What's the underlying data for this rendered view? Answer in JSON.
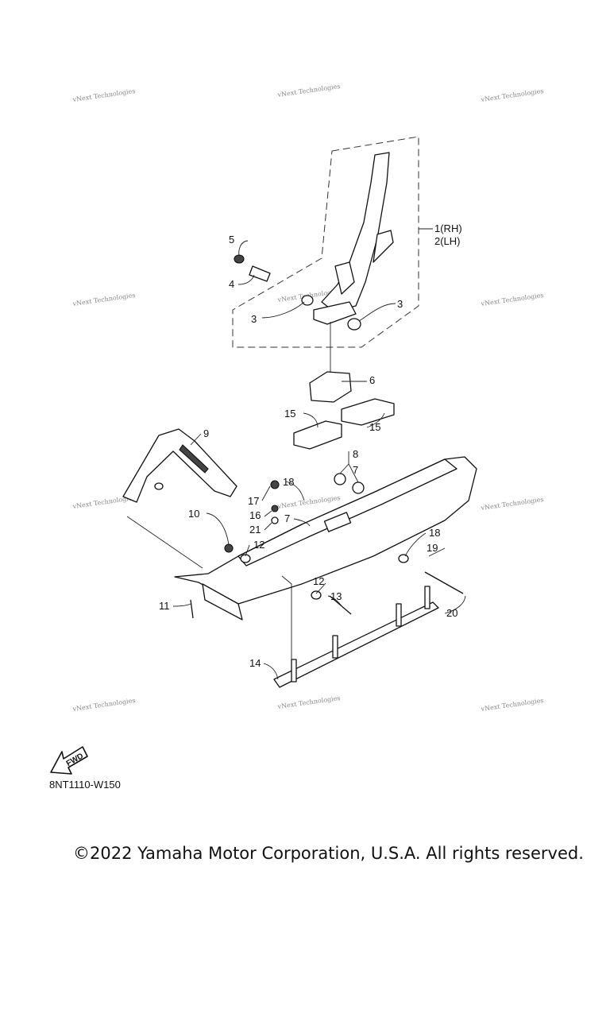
{
  "diagram": {
    "code": "8NT1110-W150",
    "copyright": "©2022 Yamaha Motor Corporation, U.S.A. All rights reserved.",
    "fwd_label": "FWD",
    "watermark": "vNext Technologies",
    "callouts": [
      {
        "id": "1",
        "label": "1(RH)"
      },
      {
        "id": "2",
        "label": "2(LH)"
      },
      {
        "id": "3a",
        "label": "3"
      },
      {
        "id": "3b",
        "label": "3"
      },
      {
        "id": "4",
        "label": "4"
      },
      {
        "id": "5",
        "label": "5"
      },
      {
        "id": "6",
        "label": "6"
      },
      {
        "id": "7a",
        "label": "7"
      },
      {
        "id": "7b",
        "label": "7"
      },
      {
        "id": "8",
        "label": "8"
      },
      {
        "id": "9",
        "label": "9"
      },
      {
        "id": "10",
        "label": "10"
      },
      {
        "id": "11",
        "label": "11"
      },
      {
        "id": "12a",
        "label": "12"
      },
      {
        "id": "12b",
        "label": "12"
      },
      {
        "id": "13",
        "label": "13"
      },
      {
        "id": "14",
        "label": "14"
      },
      {
        "id": "15a",
        "label": "15"
      },
      {
        "id": "15b",
        "label": "15"
      },
      {
        "id": "16",
        "label": "16"
      },
      {
        "id": "17",
        "label": "17"
      },
      {
        "id": "18a",
        "label": "18"
      },
      {
        "id": "18b",
        "label": "18"
      },
      {
        "id": "19",
        "label": "19"
      },
      {
        "id": "20",
        "label": "20"
      },
      {
        "id": "21",
        "label": "21"
      }
    ]
  }
}
